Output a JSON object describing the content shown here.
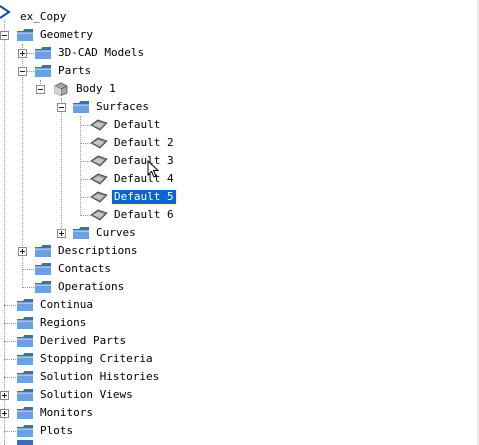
{
  "tree": {
    "root": "ex_Copy",
    "geometry": "Geometry",
    "cad_models": "3D-CAD Models",
    "parts": "Parts",
    "body": "Body 1",
    "surfaces": "Surfaces",
    "surface_items": [
      "Default",
      "Default 2",
      "Default 3",
      "Default 4",
      "Default 5",
      "Default 6"
    ],
    "selected_index": 4,
    "curves": "Curves",
    "descriptions": "Descriptions",
    "contacts": "Contacts",
    "operations": "Operations",
    "top_level": [
      "Continua",
      "Regions",
      "Derived Parts",
      "Stopping Criteria",
      "Solution Histories",
      "Solution Views",
      "Monitors",
      "Plots"
    ]
  },
  "icons": {
    "folder": "folder-icon",
    "body": "body-icon",
    "surface": "surface-icon",
    "root": "simulation-icon"
  },
  "colors": {
    "selection": "#0a64d2",
    "folder_dark": "#2c5fa8",
    "folder_light": "#6fa0de"
  }
}
